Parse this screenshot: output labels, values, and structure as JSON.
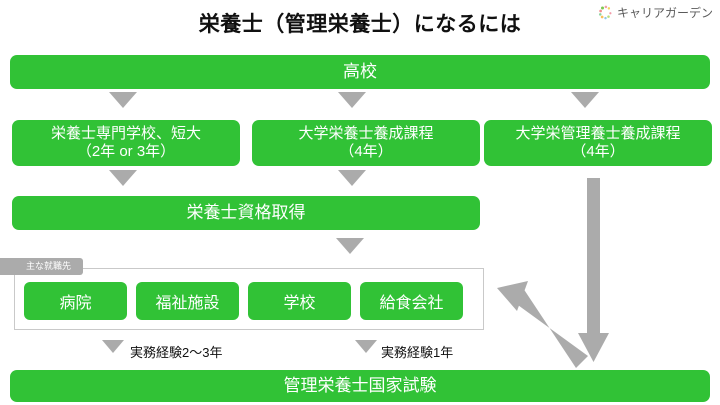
{
  "page": {
    "title": "栄養士（管理栄養士）になるには",
    "background_color": "#ffffff"
  },
  "branding": {
    "logo_text": "キャリアガーデン",
    "logo_icon": "career-garden-wreath-icon"
  },
  "colors": {
    "box_green": "#31c236",
    "arrow_gray": "#ababab",
    "label_gray": "#ababab",
    "panel_border": "#c9c9c9",
    "text_dark": "#111111",
    "text_on_green": "#ffffff"
  },
  "flow": {
    "start": {
      "label": "高校"
    },
    "schools": [
      {
        "name": "栄養士専門学校、短大",
        "duration": "（2年 or 3年）"
      },
      {
        "name": "大学栄養士養成課程",
        "duration": "（4年）"
      },
      {
        "name": "大学栄管理養士養成課程",
        "duration": "（4年）"
      }
    ],
    "qualification": {
      "label": "栄養士資格取得"
    },
    "employment": {
      "section_label": "主な就職先",
      "workplaces": [
        {
          "label": "病院"
        },
        {
          "label": "福祉施設"
        },
        {
          "label": "学校"
        },
        {
          "label": "給食会社"
        }
      ]
    },
    "experience": [
      {
        "label": "実務経験2〜3年"
      },
      {
        "label": "実務経験1年"
      }
    ],
    "exam": {
      "label": "管理栄養士国家試験"
    }
  }
}
